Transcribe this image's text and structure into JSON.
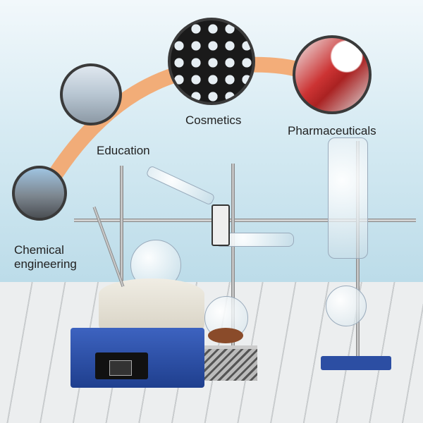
{
  "labels": {
    "chemical_engineering": "Chemical\nengineering",
    "education": "Education",
    "cosmetics": "Cosmetics",
    "pharmaceuticals": "Pharmaceuticals"
  },
  "colors": {
    "arc": "#f4a56a",
    "base": "#2c4ea3",
    "wall": "#cfe6f0"
  }
}
